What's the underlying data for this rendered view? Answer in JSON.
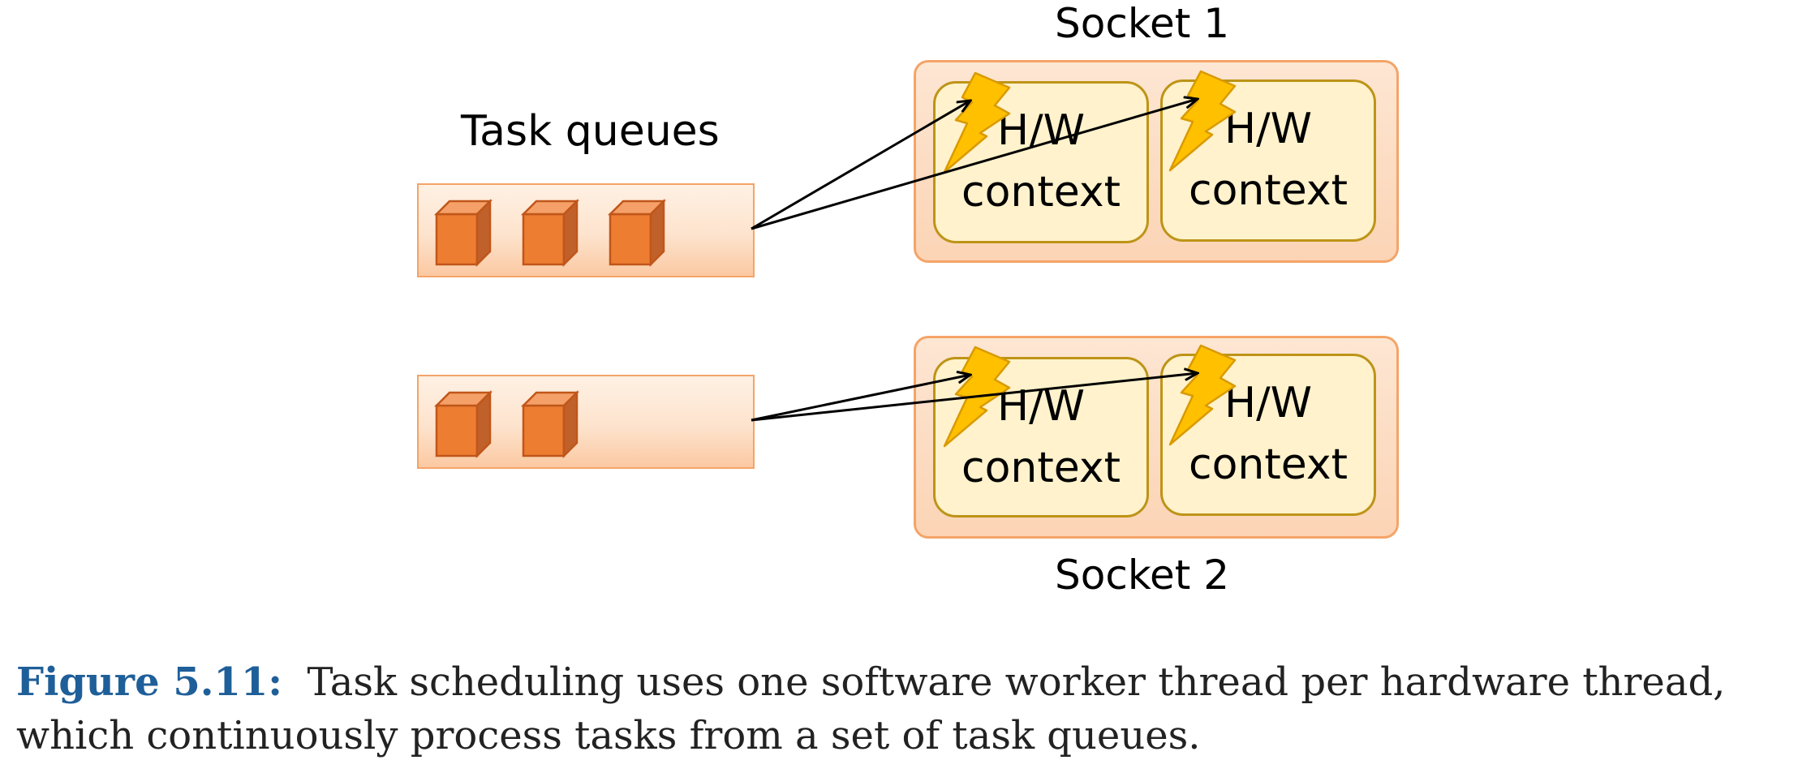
{
  "diagram": {
    "queues_title": "Task queues",
    "socket1_title": "Socket 1",
    "socket2_title": "Socket 2",
    "context_line1": "H/W",
    "context_line2": "context",
    "colors": {
      "task_cube_front": "#ed7d31",
      "queue_border": "#f4a468",
      "socket_fill": "#fcd4b5",
      "context_fill": "#fff2cc",
      "context_border": "#bd9417",
      "lightning": "#ffc000",
      "arrow": "#000000"
    },
    "queues": [
      {
        "task_count": 3
      },
      {
        "task_count": 2
      }
    ]
  },
  "caption": {
    "figure_label": "Figure 5.11:",
    "text": "Task scheduling uses one software worker thread per hardware thread, which continuously process tasks from a set of task queues."
  }
}
